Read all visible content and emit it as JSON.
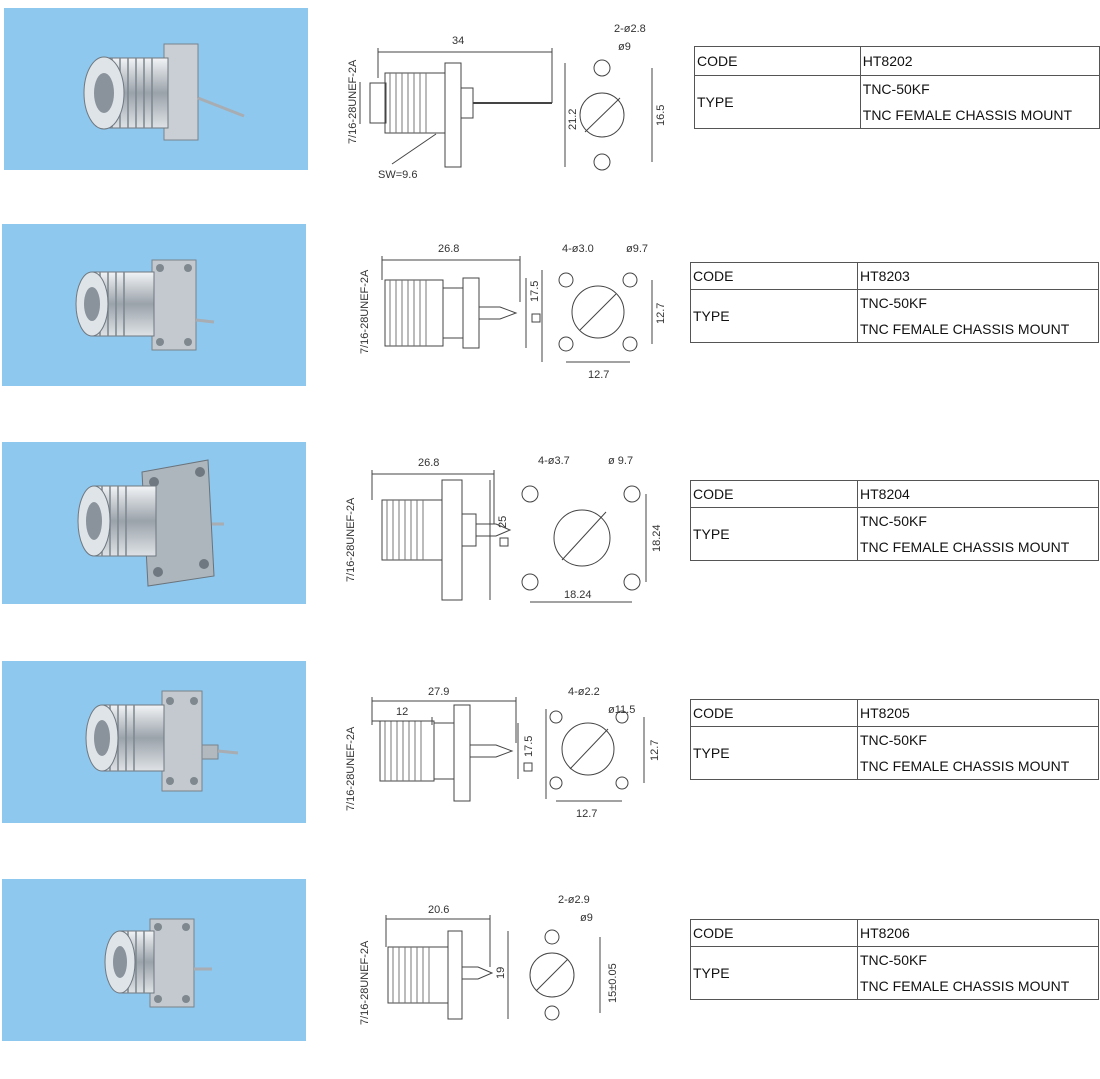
{
  "products": [
    {
      "labels": {
        "code": "CODE",
        "type": "TYPE"
      },
      "code": "HT8202",
      "type_line1": "TNC-50KF",
      "type_line2": "TNC FEMALE CHASSIS MOUNT",
      "dims": {
        "length": "34",
        "thread": "7/16-28UNEF-2A",
        "sw": "SW=9.6",
        "height": "21.2",
        "holes": "2-ø2.8",
        "bore": "ø9",
        "spacing": "16.5"
      }
    },
    {
      "labels": {
        "code": "CODE",
        "type": "TYPE"
      },
      "code": "HT8203",
      "type_line1": "TNC-50KF",
      "type_line2": "TNC FEMALE CHASSIS MOUNT",
      "dims": {
        "length": "26.8",
        "thread": "7/16-28UNEF-2A",
        "flange": "17.5",
        "holes": "4-ø3.0",
        "bore": "ø9.7",
        "spacing_v": "12.7",
        "spacing_h": "12.7"
      }
    },
    {
      "labels": {
        "code": "CODE",
        "type": "TYPE"
      },
      "code": "HT8204",
      "type_line1": "TNC-50KF",
      "type_line2": "TNC FEMALE CHASSIS MOUNT",
      "dims": {
        "length": "26.8",
        "thread": "7/16-28UNEF-2A",
        "flange": "25",
        "holes": "4-ø3.7",
        "bore": "ø 9.7",
        "spacing_v": "18.24",
        "spacing_h": "18.24"
      }
    },
    {
      "labels": {
        "code": "CODE",
        "type": "TYPE"
      },
      "code": "HT8205",
      "type_line1": "TNC-50KF",
      "type_line2": "TNC FEMALE CHASSIS MOUNT",
      "dims": {
        "length": "27.9",
        "thread": "7/16-28UNEF-2A",
        "offset": "12",
        "flange": "17.5",
        "holes": "4-ø2.2",
        "bore": "ø11.5",
        "spacing_v": "12.7",
        "spacing_h": "12.7"
      }
    },
    {
      "labels": {
        "code": "CODE",
        "type": "TYPE"
      },
      "code": "HT8206",
      "type_line1": "TNC-50KF",
      "type_line2": "TNC FEMALE CHASSIS MOUNT",
      "dims": {
        "length": "20.6",
        "thread": "7/16-28UNEF-2A",
        "flange": "19",
        "holes": "2-ø2.9",
        "bore": "ø9",
        "spacing": "15±0.05"
      }
    }
  ]
}
